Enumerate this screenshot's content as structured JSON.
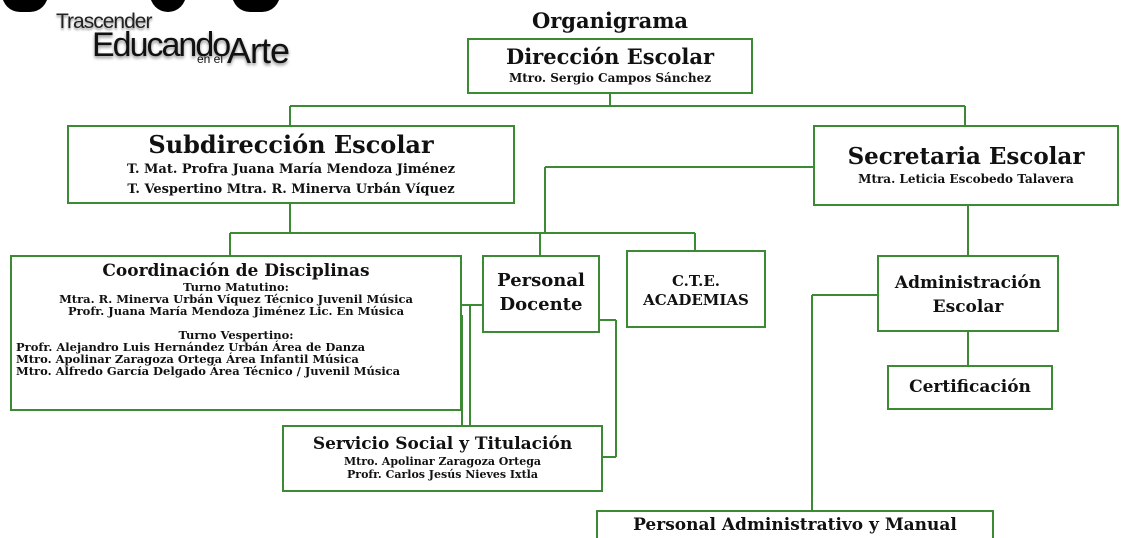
{
  "logo": {
    "line1": "Trascender",
    "line2": "Educando",
    "line3": "en el",
    "line4": "Arte"
  },
  "title": "Organigrama",
  "direccion": {
    "heading": "Dirección Escolar",
    "name": "Mtro. Sergio Campos Sánchez"
  },
  "subdireccion": {
    "heading": "Subdirección Escolar",
    "line1": "T. Mat. Profra Juana María Mendoza Jiménez",
    "line2": "T. Vespertino Mtra. R. Minerva Urbán Víquez"
  },
  "secretaria": {
    "heading": "Secretaria Escolar",
    "name": "Mtra. Leticia Escobedo Talavera"
  },
  "coordinacion": {
    "heading": "Coordinación de Disciplinas",
    "matutino_label": "Turno Matutino:",
    "matutino": [
      "Mtra. R. Minerva Urbán Víquez   Técnico   Juvenil Música",
      "Profr. Juana María Mendoza Jiménez Lic. En Música"
    ],
    "vespertino_label": "Turno Vespertino:",
    "vespertino": [
      "Profr. Alejandro Luis Hernández Urbán Área de Danza",
      "Mtro. Apolinar Zaragoza Ortega   Área Infantil Música",
      "Mtro. Alfredo García Delgado Área Técnico / Juvenil Música"
    ]
  },
  "personal_docente": {
    "line1": "Personal",
    "line2": "Docente"
  },
  "cte": {
    "line1": "C.T.E.",
    "line2": "ACADEMIAS"
  },
  "administracion": {
    "line1": "Administración",
    "line2": "Escolar"
  },
  "certificacion": {
    "label": "Certificación"
  },
  "servicio": {
    "heading": "Servicio Social y Titulación",
    "line1": "Mtro. Apolinar Zaragoza Ortega",
    "line2": "Profr. Carlos Jesús Nieves Ixtla"
  },
  "personal_admin": {
    "label": "Personal Administrativo y Manual"
  },
  "colors": {
    "border": "#3c8a33",
    "text": "#111111",
    "background": "#ffffff"
  }
}
